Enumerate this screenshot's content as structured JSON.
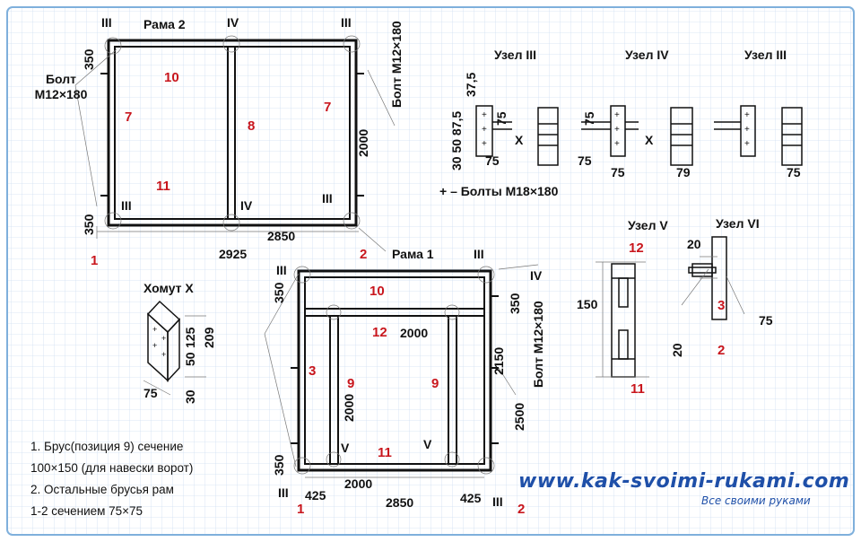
{
  "watermark": {
    "url": "www.kak-svoimi-rukami.com",
    "tagline": "Все своими руками"
  },
  "frame2": {
    "title": "Рама 2",
    "bolt_left": "Болт М12×180",
    "bolt_right": "Болт М12×180",
    "dim_top": "350",
    "dim_bottom": "350",
    "dim_height": "2000",
    "dim_width_inner": "2850",
    "dim_width_outer": "2925",
    "corners": {
      "tl": "III",
      "tm": "IV",
      "tr": "III",
      "bl": "III",
      "bm": "IV",
      "br": "III"
    },
    "parts": {
      "top": "10",
      "left": "7",
      "right": "7",
      "middle": "8",
      "bottom": "11"
    },
    "sides": {
      "left": "1",
      "right": "2"
    }
  },
  "frame1": {
    "title": "Рама 1",
    "bolt_right": "Болт М12×180",
    "dim_350_top": "350",
    "dim_350_right": "350",
    "dim_2150": "2150",
    "dim_2500": "2500",
    "dim_2000_inner": "2000",
    "dim_2000_vert": "2000",
    "dim_2000_bottom": "2000",
    "dim_350_bottom": "350",
    "dim_425_left": "425",
    "dim_425_right": "425",
    "dim_2850": "2850",
    "corners": {
      "tl": "III",
      "tr": "III",
      "tr2": "IV",
      "bl": "III",
      "br": "III",
      "vl": "V",
      "vr": "V"
    },
    "parts": {
      "top": "10",
      "beam": "12",
      "left": "3",
      "post_left": "9",
      "post_right": "9",
      "bottom": "11"
    },
    "sides": {
      "left": "1",
      "right": "2"
    }
  },
  "nodes": {
    "uzel3a": {
      "title": "Узел III",
      "d1": "37,5",
      "d2": "30 50 87,5",
      "d3": "75",
      "d4": "75",
      "x": "X"
    },
    "uzel4": {
      "title": "Узел IV",
      "d1": "75",
      "d2": "75",
      "d3": "75",
      "d4": "79",
      "x": "X"
    },
    "uzel3b": {
      "title": "Узел III",
      "d1": "75"
    },
    "bolts_note": "+ – Болты М18×180"
  },
  "uzel5": {
    "title": "Узел V",
    "top": "12",
    "dim150": "150",
    "dim20": "20",
    "bottom": "11"
  },
  "uzel6": {
    "title": "Узел VI",
    "dim20": "20",
    "part3": "3",
    "dim75": "75",
    "part2": "2"
  },
  "clamp": {
    "title": "Хомут Х",
    "d125": "125",
    "d209": "209",
    "d50": "50",
    "d75": "75",
    "d30": "30"
  },
  "notes": [
    "1. Брус(позиция 9) сечение",
    "100×150 (для навески ворот)",
    "2. Остальные брусья рам",
    "1-2 сечением 75×75"
  ]
}
